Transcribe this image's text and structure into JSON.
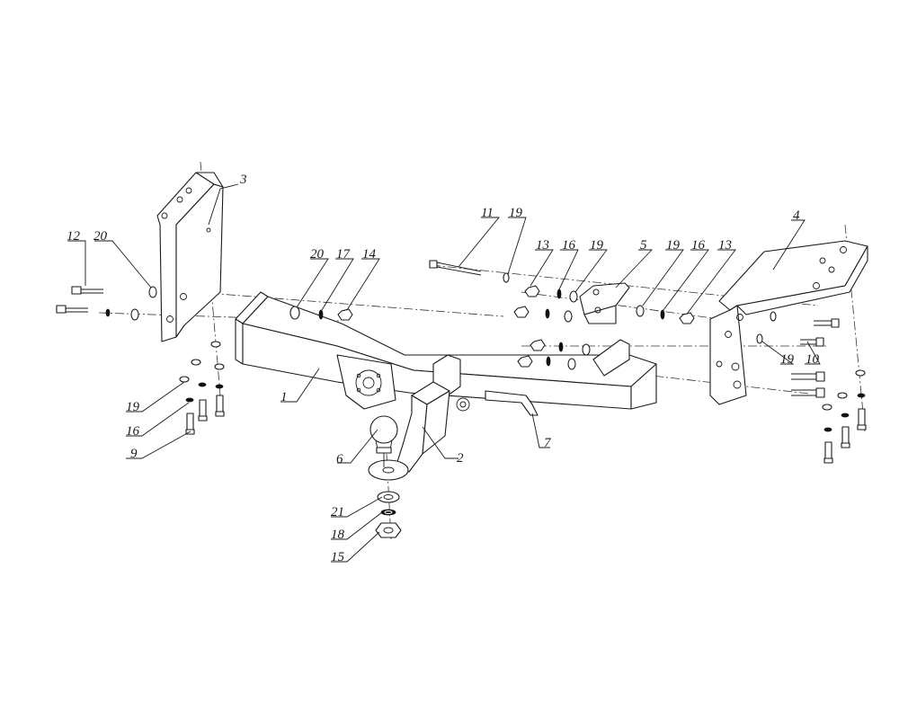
{
  "diagram": {
    "labels": [
      {
        "id": "L1",
        "text": "1"
      },
      {
        "id": "L2",
        "text": "2"
      },
      {
        "id": "L3",
        "text": "3"
      },
      {
        "id": "L4",
        "text": "4"
      },
      {
        "id": "L5",
        "text": "5"
      },
      {
        "id": "L6",
        "text": "6"
      },
      {
        "id": "L7",
        "text": "7"
      },
      {
        "id": "L9",
        "text": "9"
      },
      {
        "id": "L10",
        "text": "10"
      },
      {
        "id": "L11",
        "text": "11"
      },
      {
        "id": "L12",
        "text": "12"
      },
      {
        "id": "L13a",
        "text": "13"
      },
      {
        "id": "L13b",
        "text": "13"
      },
      {
        "id": "L14",
        "text": "14"
      },
      {
        "id": "L15",
        "text": "15"
      },
      {
        "id": "L16a",
        "text": "16"
      },
      {
        "id": "L16b",
        "text": "16"
      },
      {
        "id": "L16c",
        "text": "16"
      },
      {
        "id": "L17",
        "text": "17"
      },
      {
        "id": "L18",
        "text": "18"
      },
      {
        "id": "L19a",
        "text": "19"
      },
      {
        "id": "L19b",
        "text": "19"
      },
      {
        "id": "L19c",
        "text": "19"
      },
      {
        "id": "L19d",
        "text": "19"
      },
      {
        "id": "L19e",
        "text": "19"
      },
      {
        "id": "L20a",
        "text": "20"
      },
      {
        "id": "L20b",
        "text": "20"
      },
      {
        "id": "L21",
        "text": "21"
      }
    ]
  }
}
